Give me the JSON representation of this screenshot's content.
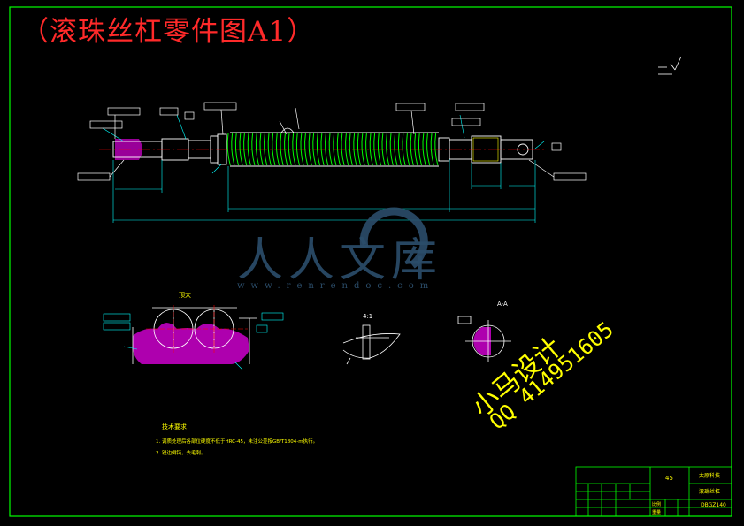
{
  "drawing_title": "（滚珠丝杠零件图A1）",
  "section_labels": {
    "thread_detail": "顶大",
    "detail_scale": "4:1",
    "section_aa": "A-A"
  },
  "technical_requirements": {
    "heading": "技术要求",
    "items": [
      "1. 调质处理后各部位硬度不低于HRC-45，未注公差按GB/T1804-m执行。",
      "2. 锐边倒钝，去毛刺。"
    ]
  },
  "title_block": {
    "material": "45",
    "company": "太原科技",
    "part_name": "滚珠丝杠",
    "drawing_no": "DBGZ140",
    "scale_label": "比例",
    "weight_label": "重量"
  },
  "watermark": {
    "site": "www.renrendoc.com",
    "brand": "人人文库",
    "author": "小马设计",
    "qq": "QQ 414951605"
  },
  "colors": {
    "frame": "#00ff00",
    "outline": "#ffffff",
    "dimension": "#00ffff",
    "thread": "#00ff00",
    "hatch": "#ff00ff",
    "center": "#ff0000",
    "annotation": "#ffff00"
  }
}
